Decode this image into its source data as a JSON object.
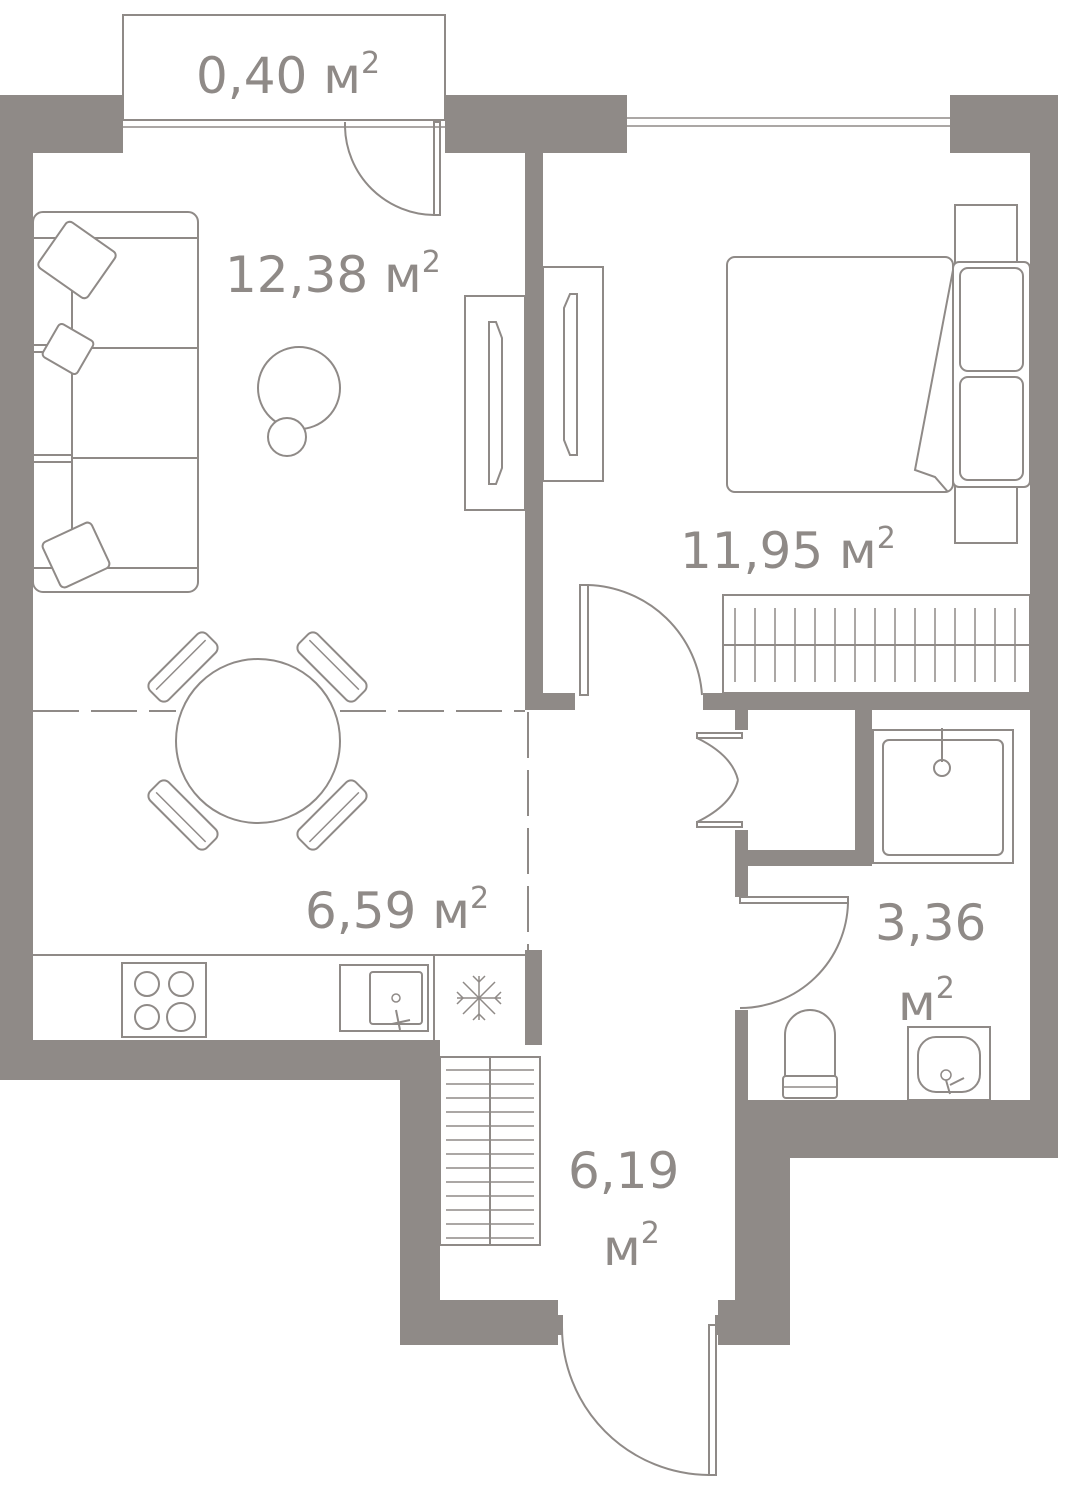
{
  "colors": {
    "wall": "#8f8a87",
    "background": "#ffffff"
  },
  "rooms": {
    "balcony": {
      "value": "0,40 м",
      "sup": "2"
    },
    "living": {
      "value": "12,38 м",
      "sup": "2"
    },
    "bedroom": {
      "value": "11,95 м",
      "sup": "2"
    },
    "kitchen": {
      "value": "6,59 м",
      "sup": "2"
    },
    "bathroom": {
      "value": "3,36",
      "unit": "м",
      "sup": "2"
    },
    "hallway": {
      "value": "6,19",
      "unit": "м",
      "sup": "2"
    }
  },
  "icons": [
    "sofa-icon",
    "coffee-table-icon",
    "dining-table-icon",
    "tv-stand-icon",
    "bed-icon",
    "wardrobe-icon",
    "stove-icon",
    "kitchen-sink-icon",
    "fridge-icon",
    "shower-icon",
    "toilet-icon",
    "washbasin-icon",
    "door-icon",
    "window-icon"
  ]
}
